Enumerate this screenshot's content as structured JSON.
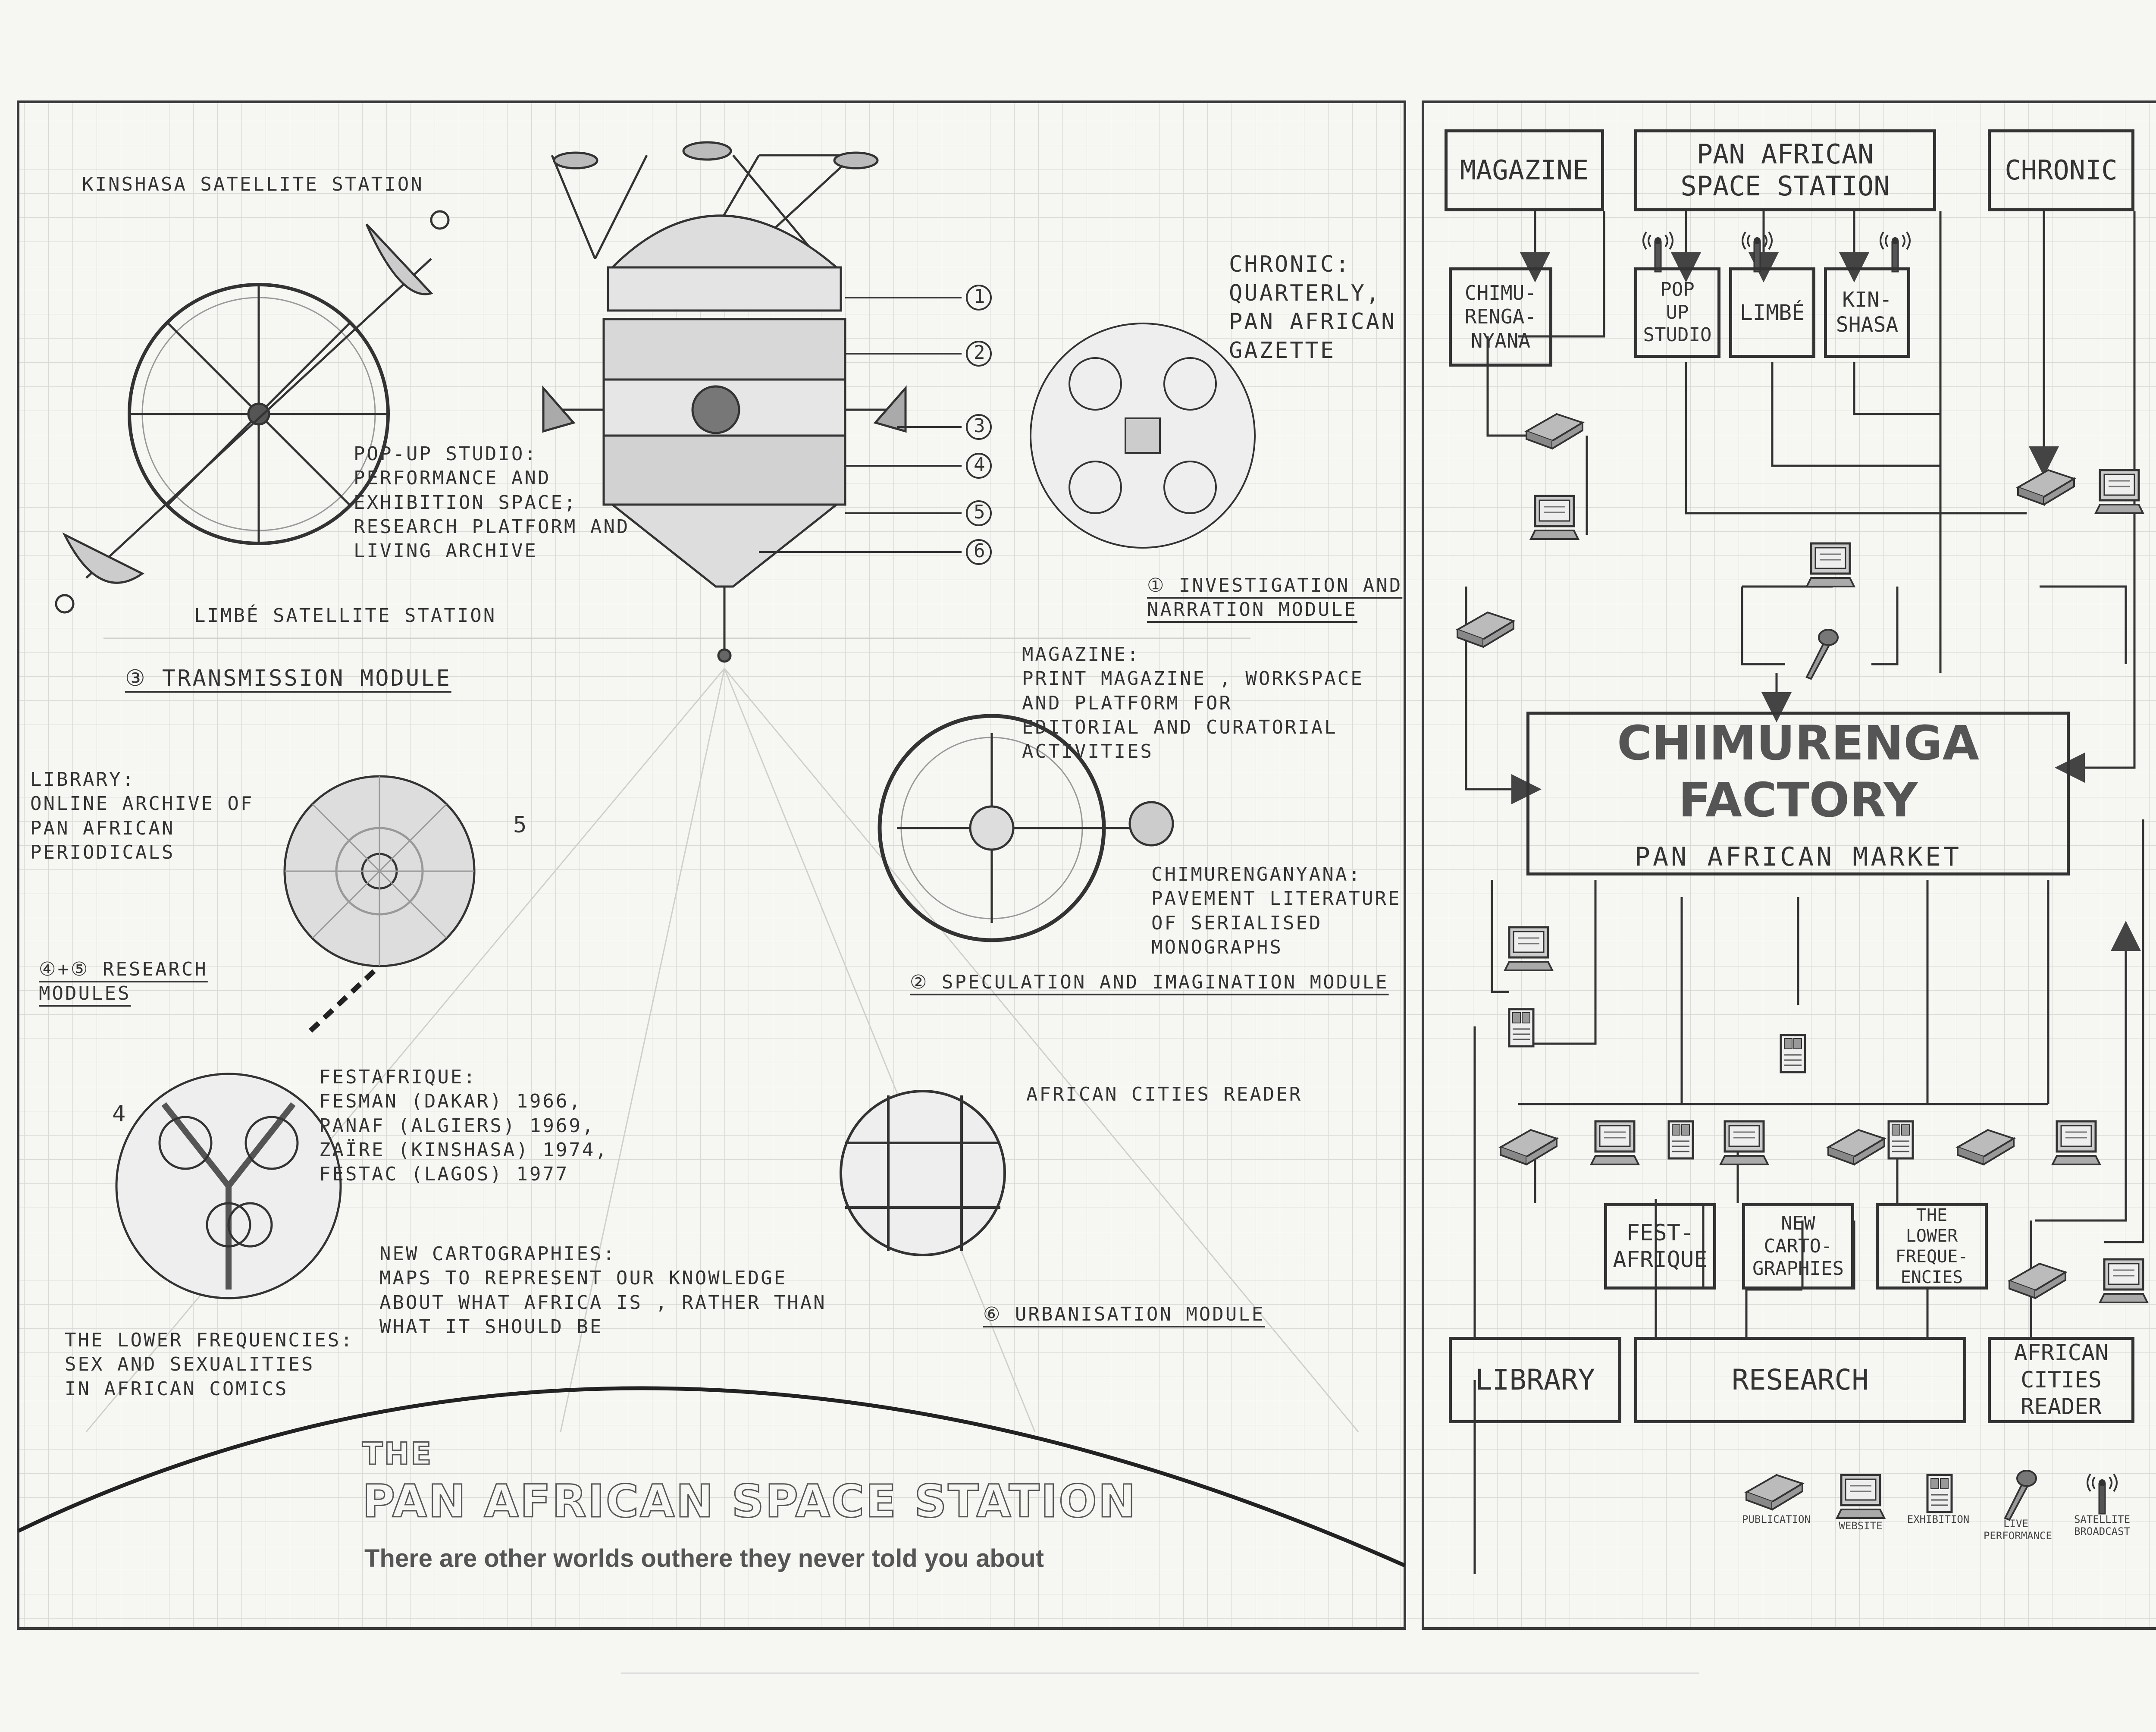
{
  "left_panel": {
    "labels": {
      "kinshasa_station": "KINSHASA SATELLITE STATION",
      "limbe_station": "LIMBÉ SATELLITE STATION",
      "transmission_module": "③ TRANSMISSION MODULE",
      "popup_studio": "POP-UP STUDIO:\nPERFORMANCE AND\nEXHIBITION SPACE;\nRESEARCH PLATFORM AND\nLIVING ARCHIVE",
      "chronic": "CHRONIC:\nQUARTERLY,\nPAN AFRICAN\nGAZETTE",
      "investigation_module": "① INVESTIGATION AND\nNARRATION MODULE",
      "magazine": "MAGAZINE:\nPRINT MAGAZINE , WORKSPACE\nAND PLATFORM FOR\nEDITORIAL AND CURATORIAL\nACTIVITIES",
      "chimurenganyana": "CHIMURENGANYANA:\nPAVEMENT LITERATURE\nOF SERIALISED\nMONOGRAPHS",
      "speculation_module": "② SPECULATION AND IMAGINATION MODULE",
      "library": "LIBRARY:\nONLINE ARCHIVE OF\nPAN AFRICAN\nPERIODICALS",
      "research_modules": "④+⑤ RESEARCH\nMODULES",
      "festafrique": "FESTAFRIQUE:\nFESMAN (DAKAR) 1966,\nPANAF (ALGIERS) 1969,\nZAÏRE (KINSHASA) 1974,\nFESTAC (LAGOS) 1977",
      "new_cartographies": "NEW CARTOGRAPHIES:\nMAPS TO REPRESENT OUR KNOWLEDGE\nABOUT WHAT AFRICA IS , RATHER THAN\nWHAT IT SHOULD BE",
      "lower_frequencies": "THE LOWER FREQUENCIES:\nSEX AND SEXUALITIES\nIN AFRICAN COMICS",
      "african_cities_reader": "AFRICAN CITIES READER",
      "urbanisation_module": "⑥ URBANISATION MODULE",
      "num_4": "4",
      "num_5": "5"
    },
    "station_numbers": [
      "1",
      "2",
      "3",
      "4",
      "5",
      "6"
    ],
    "title_line1": "THE",
    "title_line2": "PAN AFRICAN SPACE STATION",
    "tagline": "There are other worlds outhere they never told you about"
  },
  "right_panel": {
    "boxes": {
      "magazine": "MAGAZINE",
      "space_station": "PAN AFRICAN\nSPACE STATION",
      "chronic": "CHRONIC",
      "chimurenganyana": "CHIMU-\nRENGA-\nNYANA",
      "popup_studio": "POP\nUP\nSTUDIO",
      "limbe": "LIMBÉ",
      "kinshasa": "KIN-\nSHASA",
      "factory_title": "CHIMURENGA FACTORY",
      "factory_subtitle": "PAN AFRICAN MARKET",
      "festafrique": "FEST-\nAFRIQUE",
      "new_cartographies": "NEW\nCARTO-\nGRAPHIES",
      "lower_frequencies": "THE\nLOWER\nFREQUE-\nENCIES",
      "library": "LIBRARY",
      "research": "RESEARCH",
      "african_cities_reader": "AFRICAN\nCITIES\nREADER"
    },
    "legend": [
      {
        "label": "PUBLICATION",
        "icon": "book-icon"
      },
      {
        "label": "WEBSITE",
        "icon": "computer-icon"
      },
      {
        "label": "EXHIBITION",
        "icon": "exhibition-icon"
      },
      {
        "label": "LIVE PERFORMANCE",
        "icon": "microphone-icon"
      },
      {
        "label": "SATELLITE BROADCAST",
        "icon": "satellite-icon"
      }
    ]
  }
}
